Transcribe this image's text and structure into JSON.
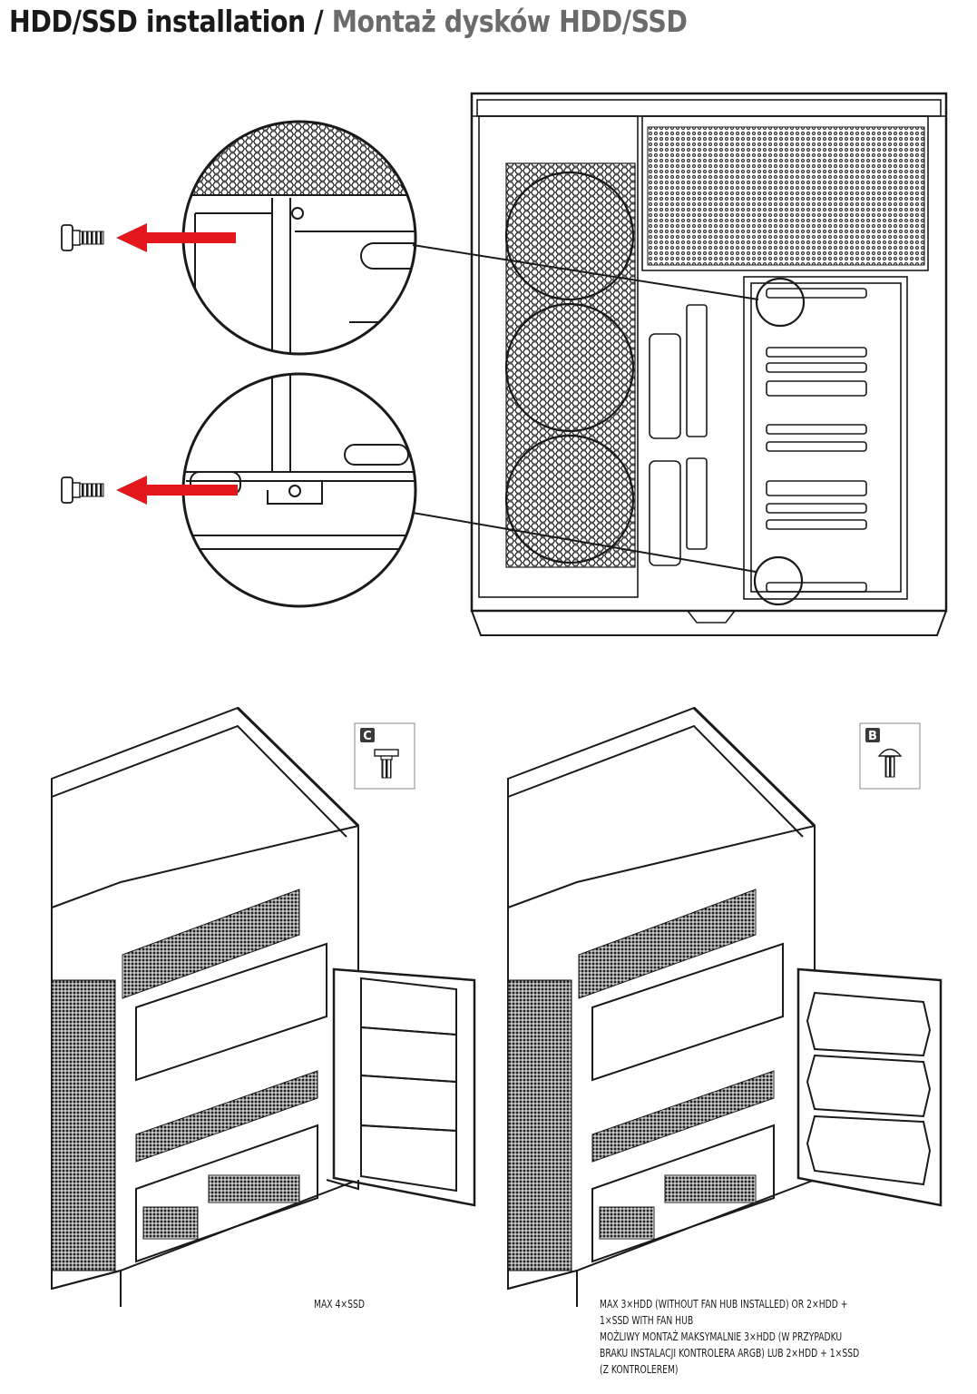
{
  "header": {
    "title_en": "HDD/SSD installation",
    "separator": "/",
    "title_pl": "Montaż dysków HDD/SSD"
  },
  "screw_badges": {
    "left": {
      "letter": "C"
    },
    "right": {
      "letter": "B"
    }
  },
  "captions": {
    "left": "MAX 4×SSD",
    "right_lines": [
      "MAX 3×HDD (WITHOUT FAN HUB INSTALLED) OR 2×HDD +",
      "1×SSD WITH FAN HUB",
      "MOŻLIWY MONTAŻ MAKSYMALNIE 3×HDD (W PRZYPADKU",
      "BRAKU INSTALACJI KONTROLERA ARGB) LUB 2×HDD + 1×SSD",
      "(Z KONTROLEREM)"
    ]
  },
  "colors": {
    "arrow": "#e3171c",
    "line": "#1a1a1a",
    "title_secondary": "#6b6b6b"
  }
}
